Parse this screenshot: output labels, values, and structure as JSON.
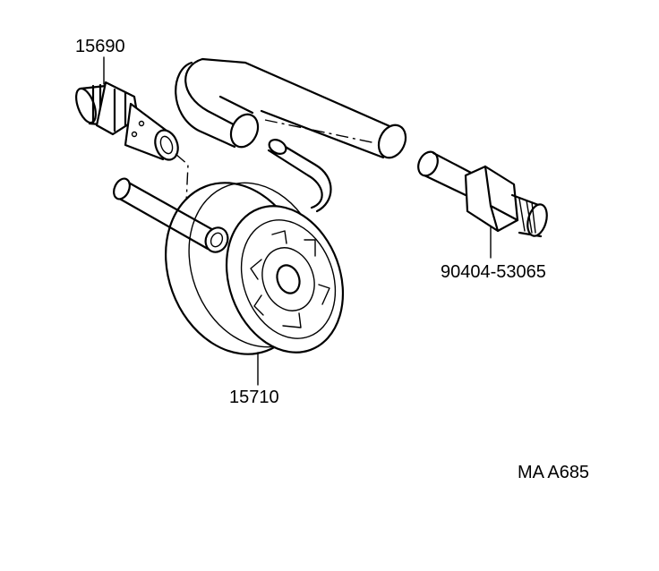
{
  "parts": [
    {
      "id": "p1",
      "number": "15690"
    },
    {
      "id": "p2",
      "number": "90404-53065"
    },
    {
      "id": "p3",
      "number": "15710"
    }
  ],
  "figure_code": "MA A685"
}
